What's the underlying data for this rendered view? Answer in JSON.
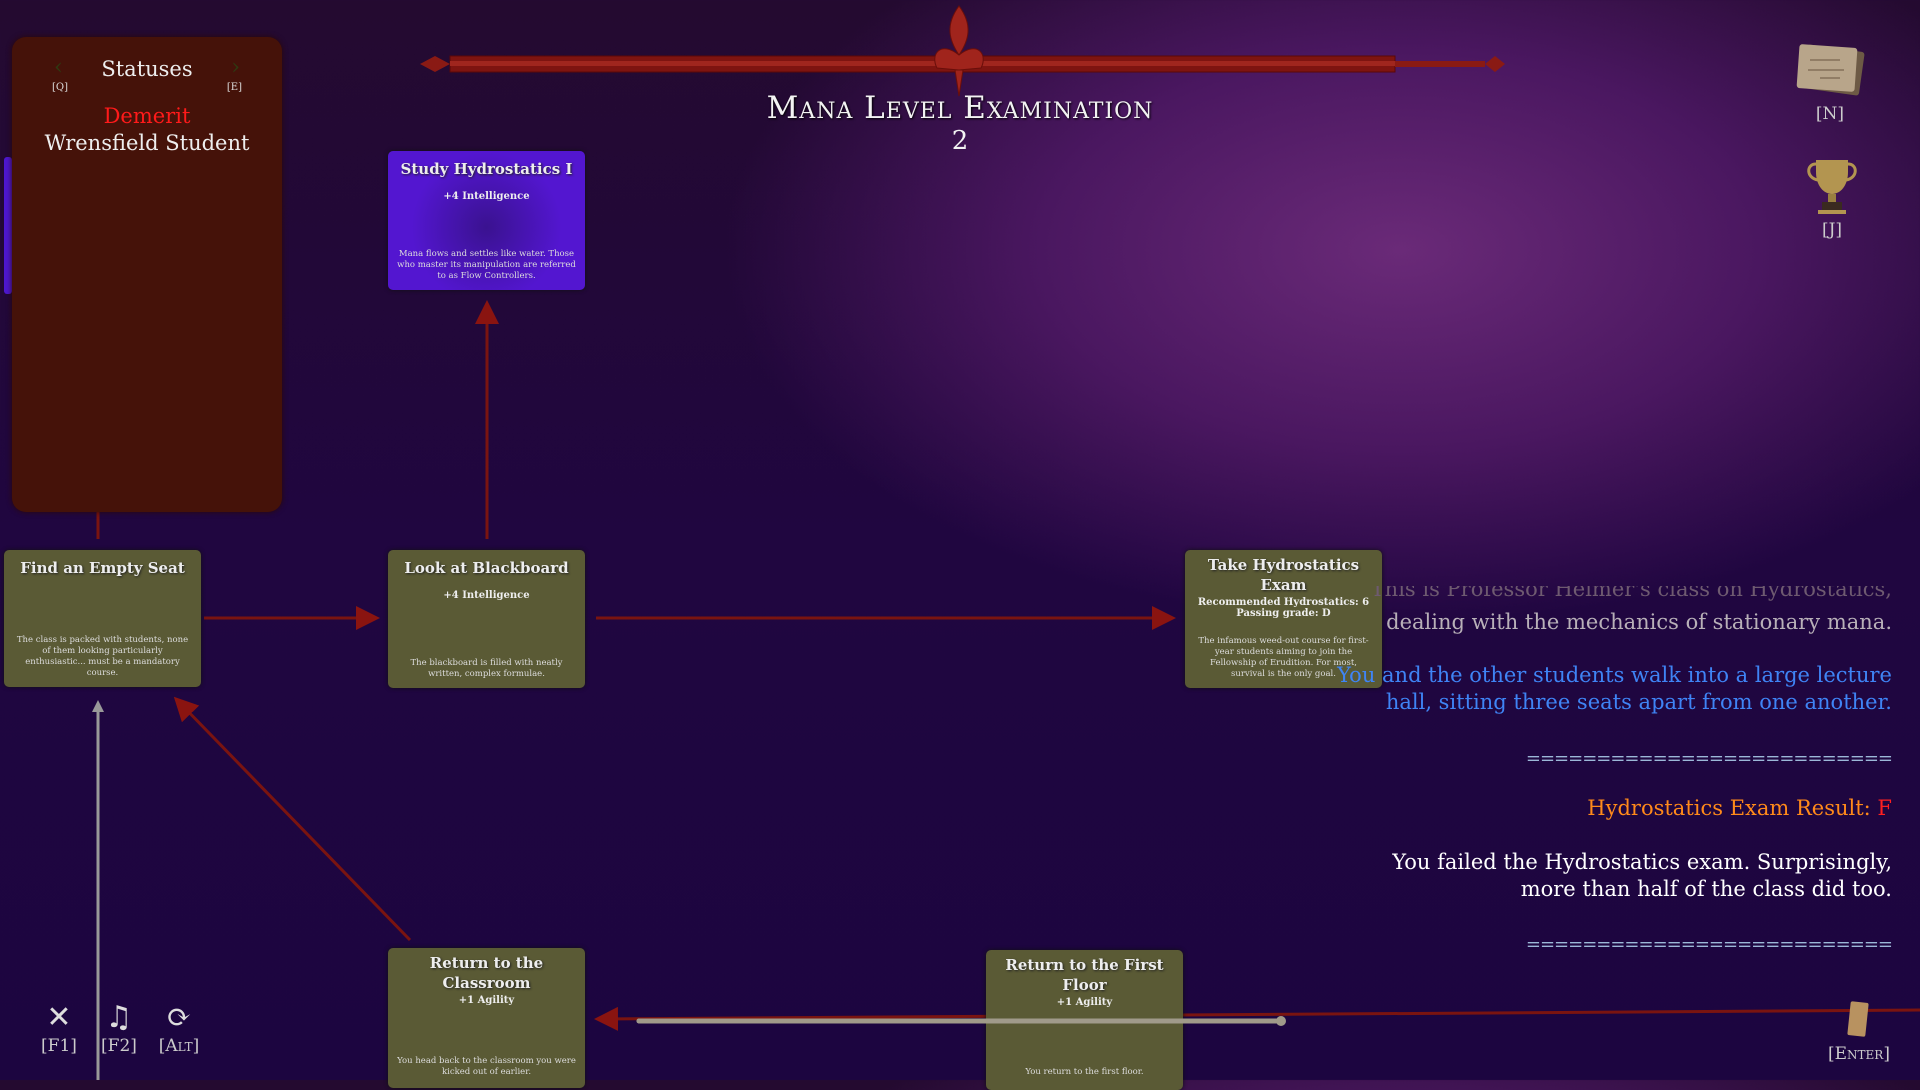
{
  "header": {
    "title": "Mana Level Examination",
    "level": "2"
  },
  "statuses": {
    "title": "Statuses",
    "prev_key": "[Q]",
    "next_key": "[E]",
    "items": [
      {
        "label": "Demerit",
        "color": "#ff1a1a"
      },
      {
        "label": "Wrensfield Student",
        "color": "#f0f0f0"
      }
    ]
  },
  "cards": [
    {
      "title": "Study Hydrostatics I",
      "bonus": "+4 Intelligence",
      "desc": "Mana flows and settles like water. Those who master its manipulation are referred to as Flow Controllers."
    },
    {
      "title": "Find an Empty Seat",
      "desc": "The class is packed with students, none of them looking particularly enthusiastic... must be a mandatory course."
    },
    {
      "title": "Look at Blackboard",
      "bonus": "+4 Intelligence",
      "desc": "The blackboard is filled with neatly written, complex formulae."
    },
    {
      "title": "Take Hydrostatics Exam",
      "recommended": "Recommended Hydrostatics: 6",
      "passing": "Passing grade: D",
      "desc": "The infamous weed-out course for first-year students aiming to join the Fellowship of Erudition. For most, survival is the only goal."
    },
    {
      "title": "Return to the Classroom",
      "bonus": "+1 Agility",
      "desc": "You head back to the classroom you were kicked out of earlier."
    },
    {
      "title": "Return to the First Floor",
      "bonus": "+1 Agility",
      "desc": "You return to the first floor."
    }
  ],
  "story": {
    "faded_line": "This is Professor Helmer's class on Hydrostatics,",
    "line1": "dealing with the mechanics of stationary mana.",
    "blue": "You and the other students walk into a large lecture hall, sitting three seats apart from one another.",
    "separator": "==========================",
    "result_label": "Hydrostatics Exam Result: ",
    "result_grade": "F",
    "result_text": "You failed the Hydrostatics exam. Surprisingly, more than half of the class did too."
  },
  "hotkeys": {
    "notes": "[N]",
    "achievements": "[J]",
    "fullscreen": "[F1]",
    "music": "[F2]",
    "swap": "[Alt]",
    "enter": "[Enter]"
  },
  "colors": {
    "card": "#5a5a35",
    "card_selected": "#5316d0",
    "panel": "#451209",
    "accent_red": "#8a1010"
  }
}
